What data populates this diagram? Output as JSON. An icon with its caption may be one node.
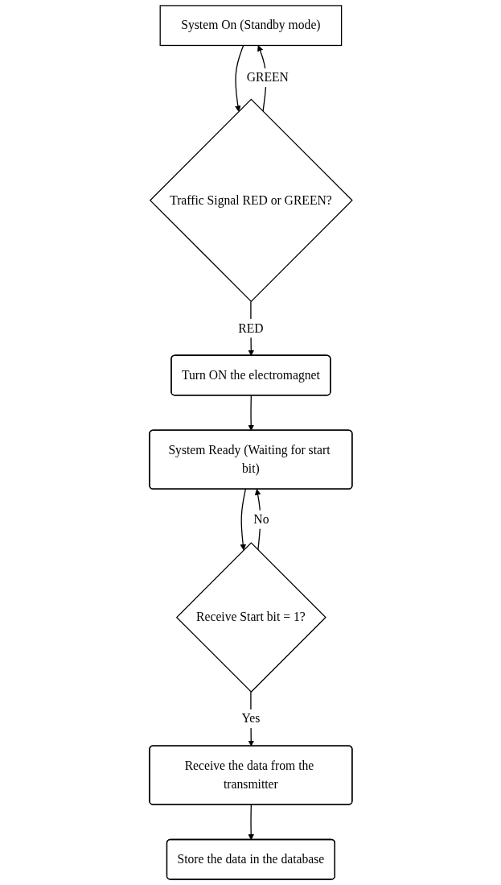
{
  "diagram": {
    "nodes": [
      {
        "text": [
          "System On (Standby mode)"
        ]
      },
      {
        "text": [
          "Traffic Signal RED or GREEN?"
        ]
      },
      {
        "text": [
          "Turn ON the electromagnet"
        ]
      },
      {
        "text": [
          "System Ready (Waiting for start bit)"
        ]
      },
      {
        "text": [
          "Receive Start bit = 1?"
        ]
      },
      {
        "text": [
          "Receive the data from the transmitter"
        ]
      },
      {
        "text": [
          "Store the data in the database"
        ]
      }
    ],
    "edges": [
      {
        "from": 0,
        "to": 1,
        "arrow": "to"
      },
      {
        "from": 1,
        "to": 0,
        "label": "GREEN",
        "arrow": "to"
      },
      {
        "from": 1,
        "to": 2,
        "label": "RED",
        "arrow": "to"
      },
      {
        "from": 2,
        "to": 3,
        "arrow": "to"
      },
      {
        "from": 3,
        "to": 4,
        "arrow": "to"
      },
      {
        "from": 4,
        "to": 3,
        "label": "No",
        "arrow": "to"
      },
      {
        "from": 4,
        "to": 5,
        "label": "Yes",
        "arrow": "to"
      },
      {
        "from": 5,
        "to": 6,
        "arrow": "to"
      }
    ]
  }
}
